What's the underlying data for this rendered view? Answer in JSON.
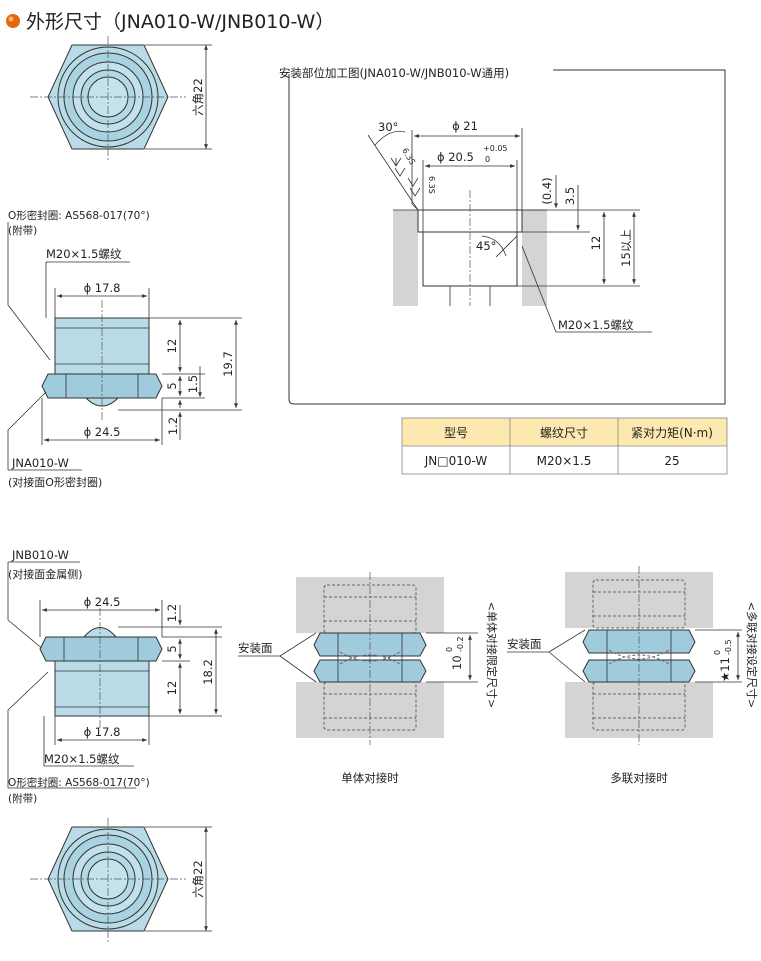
{
  "header": {
    "title": "外形尺寸（JNA010-W/JNB010-W）",
    "bullet_color": "#e8650a"
  },
  "top_view_1": {
    "hex_label": "六角22"
  },
  "jna": {
    "oring_label": "O形密封圈: AS568-017(70°)",
    "oring_note": "(附带)",
    "thread_label": "M20×1.5螺纹",
    "dia_top": "ϕ 17.8",
    "dia_bottom": "ϕ 24.5",
    "dim_12": "12",
    "dim_5": "5",
    "dim_15": "1.5",
    "dim_197": "19.7",
    "dim_12b": "1.2",
    "model": "JNA010-W",
    "model_note": "(对接面O形密封圈)"
  },
  "install": {
    "title": "安装部位加工图(JNA010-W/JNB010-W通用)",
    "angle_30": "30°",
    "dia_21": "ϕ 21",
    "dia_205": "ϕ 20.5",
    "tol_upper": "+0.05",
    "tol_lower": "0",
    "rough_1": "6.3S",
    "rough_2": "6.3S",
    "dim_04": "(0.4)",
    "dim_35": "3.5",
    "dim_12": "12",
    "dim_15": "15以上",
    "angle_45": "45°",
    "thread_label": "M20×1.5螺纹"
  },
  "spec_table": {
    "header_bg": "#fde9b0",
    "headers": [
      "型号",
      "螺纹尺寸",
      "紧对力矩(N·m)"
    ],
    "row": [
      "JN□010-W",
      "M20×1.5",
      "25"
    ]
  },
  "jnb": {
    "model": "JNB010-W",
    "model_note": "(对接面金属侧)",
    "dia_top": "ϕ 24.5",
    "dia_bottom": "ϕ 17.8",
    "dim_12a": "1.2",
    "dim_5": "5",
    "dim_12": "12",
    "dim_182": "18.2",
    "thread_label": "M20×1.5螺纹",
    "oring_label": "O形密封圈: AS568-017(70°)",
    "oring_note": "(附带)"
  },
  "single": {
    "mount_label": "安装面",
    "dim_main": "10",
    "tol_upper": "0",
    "tol_lower": "-0.2",
    "side_note": "<单体对接限定尺寸>",
    "caption": "单体对接时"
  },
  "multi": {
    "mount_label": "安装面",
    "dim_main": "★11",
    "tol_upper": "0",
    "tol_lower": "-0.5",
    "side_note": "<多联对接设定尺寸>",
    "caption": "多联对接时"
  },
  "top_view_2": {
    "hex_label": "六角22"
  }
}
